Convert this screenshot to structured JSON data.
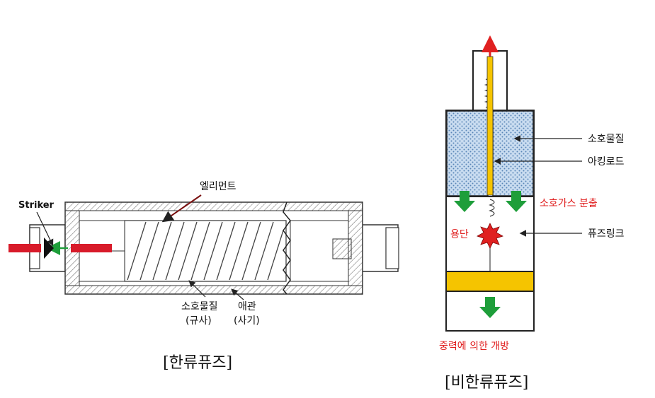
{
  "left": {
    "striker": "Striker",
    "element": "엘리먼트",
    "arc_material": "소호물질",
    "arc_material_sub": "(규사)",
    "tube": "애관",
    "tube_sub": "(사기)",
    "caption": "[한류퓨즈]"
  },
  "right": {
    "arc_material": "소호물질",
    "arcing_rod": "아킹로드",
    "gas_emission": "소호가스 분출",
    "fuse_link": "퓨즈링크",
    "melt": "용단",
    "gravity_open": "중력에 의한 개방",
    "caption": "[비한류퓨즈]"
  },
  "colors": {
    "red": "#e02020",
    "green": "#1e9e3a",
    "yellow": "#f5c400",
    "blue_fill": "#c9dcf0",
    "rod_red": "#d81b2a"
  }
}
